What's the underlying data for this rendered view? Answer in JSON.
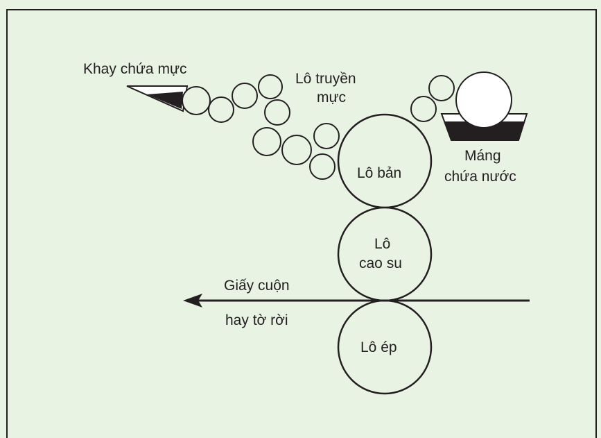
{
  "diagram": {
    "colors": {
      "background": "#e8f3e4",
      "frame": "#231f20",
      "stroke": "#231f20",
      "roller_fill": "#e8f3e4",
      "water_roller_fill": "#ffffff"
    },
    "labels": {
      "ink_tray": "Khay chứa mực",
      "ink_rollers_line1": "Lô truyền",
      "ink_rollers_line2": "mực",
      "plate_roller": "Lô bản",
      "water_trough_line1": "Máng",
      "water_trough_line2": "chứa nước",
      "blanket_roller_line1": "Lô",
      "blanket_roller_line2": "cao su",
      "paper_line1": "Giấy cuộn",
      "paper_line2": "hay tờ rời",
      "impression_roller": "Lô ép"
    }
  }
}
